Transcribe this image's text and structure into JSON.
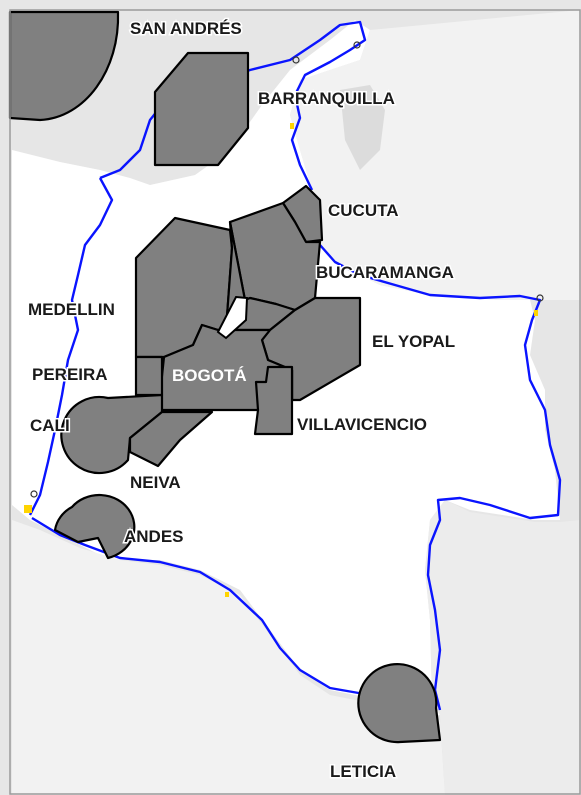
{
  "colors": {
    "region_fill": "#808080",
    "land": "#e6e6e6",
    "border": "#0a14ff",
    "highlight": "#ffd400",
    "label": "#1a1a1a"
  },
  "labels": {
    "san_andres": "SAN ANDRÉS",
    "barranquilla": "BARRANQUILLA",
    "cucuta": "CUCUTA",
    "bucaramanga": "BUCARAMANGA",
    "medellin": "MEDELLIN",
    "el_yopal": "EL YOPAL",
    "pereira": "PEREIRA",
    "bogota": "BOGOTÁ",
    "cali": "CALI",
    "villavicencio": "VILLAVICENCIO",
    "neiva": "NEIVA",
    "andes": "ANDES",
    "leticia": "LETICIA"
  }
}
